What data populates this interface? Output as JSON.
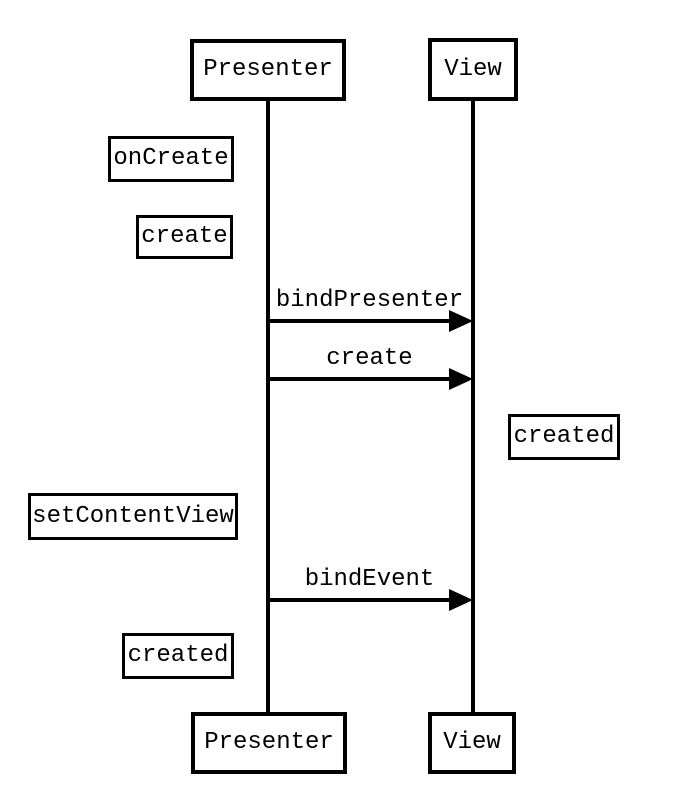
{
  "diagram": {
    "type": "sequence-diagram",
    "colors": {
      "stroke": "#000000",
      "background": "#ffffff"
    },
    "nodes": {
      "top_presenter": {
        "label": "Presenter"
      },
      "top_view": {
        "label": "View"
      },
      "bottom_presenter": {
        "label": "Presenter"
      },
      "bottom_view": {
        "label": "View"
      }
    },
    "lifelines": [
      {
        "name": "presenter-lifeline",
        "from": "top_presenter",
        "to": "bottom_presenter"
      },
      {
        "name": "view-lifeline",
        "from": "top_view",
        "to": "bottom_view"
      }
    ],
    "side_labels": {
      "on_create": {
        "text": "onCreate",
        "side": "left"
      },
      "create": {
        "text": "create",
        "side": "left"
      },
      "created_right": {
        "text": "created",
        "side": "right"
      },
      "set_content_view": {
        "text": "setContentView",
        "side": "left"
      },
      "created_left": {
        "text": "created",
        "side": "left"
      }
    },
    "messages": {
      "bind_presenter": {
        "label": "bindPresenter",
        "from": "Presenter",
        "to": "View"
      },
      "create": {
        "label": "create",
        "from": "Presenter",
        "to": "View"
      },
      "bind_event": {
        "label": "bindEvent",
        "from": "Presenter",
        "to": "View"
      }
    }
  }
}
